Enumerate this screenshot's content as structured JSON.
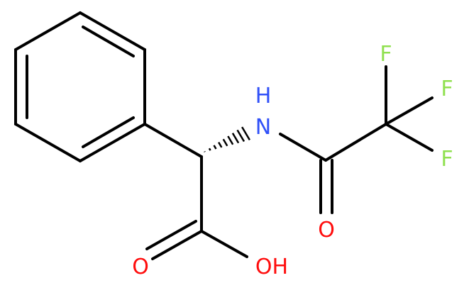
{
  "molecule": {
    "atoms": {
      "nitrogen": "N",
      "hydrogen_on_n": "H",
      "fluorine_1": "F",
      "fluorine_2": "F",
      "fluorine_3": "F",
      "oxygen_amide": "O",
      "oxygen_acid_double": "O",
      "hydroxyl": "OH"
    },
    "colors": {
      "bond": "#000000",
      "nitrogen": "#3050f8",
      "fluorine": "#90e050",
      "oxygen": "#ff0d0d",
      "hydrogen": "#000000"
    }
  }
}
